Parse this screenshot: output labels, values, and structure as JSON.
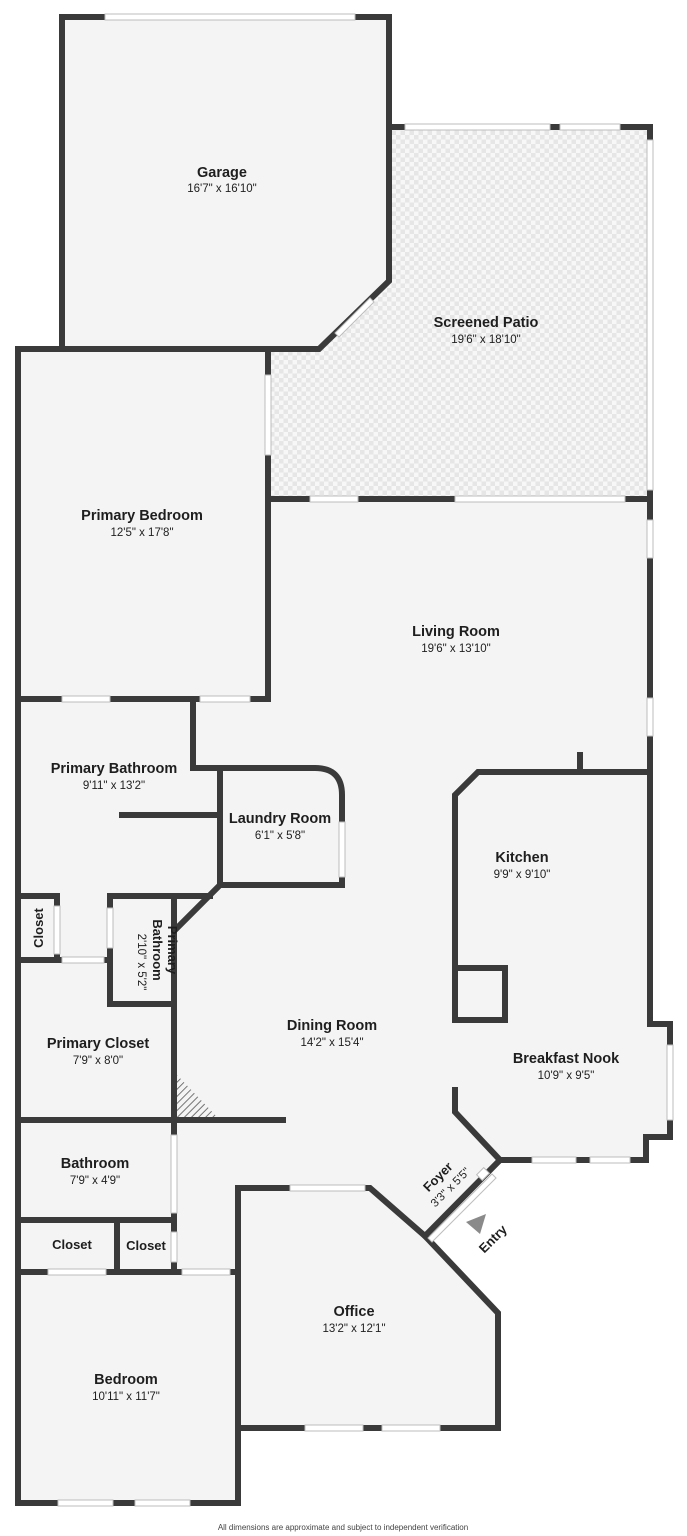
{
  "rooms": {
    "garage": {
      "name": "Garage",
      "dim": "16'7\" x 16'10\""
    },
    "screened_patio": {
      "name": "Screened Patio",
      "dim": "19'6\" x 18'10\""
    },
    "primary_bedroom": {
      "name": "Primary Bedroom",
      "dim": "12'5\" x 17'8\""
    },
    "living_room": {
      "name": "Living Room",
      "dim": "19'6\" x 13'10\""
    },
    "primary_bathroom": {
      "name": "Primary Bathroom",
      "dim": "9'11\" x 13'2\""
    },
    "laundry_room": {
      "name": "Laundry Room",
      "dim": "6'1\" x 5'8\""
    },
    "kitchen": {
      "name": "Kitchen",
      "dim": "9'9\" x 9'10\""
    },
    "closet_1": {
      "name": "Closet"
    },
    "primary_bathroom_2": {
      "name_line1": "Primary",
      "name_line2": "Bathroom",
      "dim": "2'10\" x 5'2\""
    },
    "dining_room": {
      "name": "Dining Room",
      "dim": "14'2\" x 15'4\""
    },
    "primary_closet": {
      "name": "Primary Closet",
      "dim": "7'9\" x 8'0\""
    },
    "breakfast_nook": {
      "name": "Breakfast Nook",
      "dim": "10'9\" x 9'5\""
    },
    "bathroom": {
      "name": "Bathroom",
      "dim": "7'9\" x 4'9\""
    },
    "foyer": {
      "name": "Foyer",
      "dim": "3'3\" x 5'5\""
    },
    "closet_2": {
      "name": "Closet"
    },
    "closet_3": {
      "name": "Closet"
    },
    "office": {
      "name": "Office",
      "dim": "13'2\" x 12'1\""
    },
    "bedroom": {
      "name": "Bedroom",
      "dim": "10'11\" x 11'7\""
    }
  },
  "entry_label": "Entry",
  "footer": "All dimensions are approximate and subject to independent verification",
  "colors": {
    "floor": "#f4f4f4",
    "wall": "#3a3a3a"
  }
}
